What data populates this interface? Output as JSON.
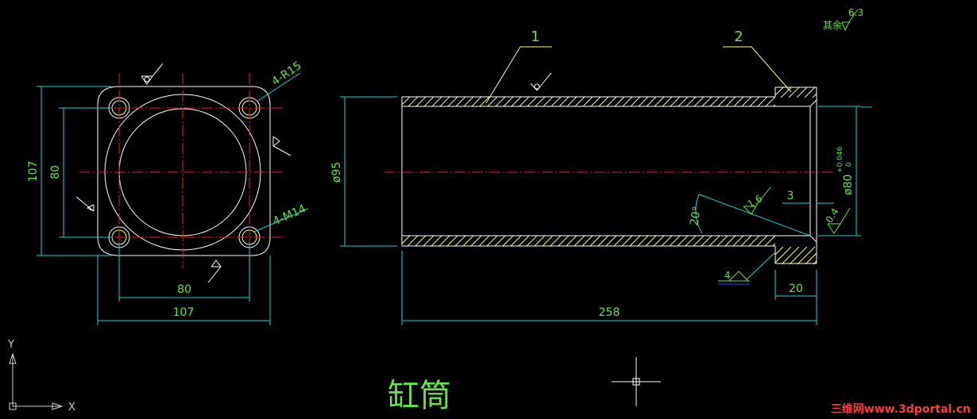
{
  "dims": {
    "end_outer_width": "107",
    "end_hole_spacing_x": "80",
    "end_outer_height": "107",
    "end_hole_spacing_y": "80",
    "corner_radius": "4-R15",
    "thread": "4-M14",
    "bore_outer_dia": "ø95",
    "bore_dia": "ø80",
    "bore_tol_upper": "+0.046",
    "bore_tol_lower": "0",
    "length": "258",
    "step_length": "20",
    "step_depth": "3",
    "chamfer_angle": "20°",
    "rough_inner": "1.6",
    "rough_end": "0.4",
    "rough_rest": "6.3",
    "rough_rest_prefix": "其余",
    "weld_size": "4"
  },
  "balloons": {
    "one": "1",
    "two": "2"
  },
  "title": "缸筒",
  "ucs": {
    "x": "X",
    "y": "Y"
  },
  "watermark": "三维网www.3dportal.cn",
  "colors": {
    "background": "#000000",
    "outline": "#ffffff",
    "hatch": "#ffff66",
    "dimension": "#22cfcf",
    "center_line": "#e82020",
    "text": "#66e34a",
    "watermark": "#ff3b3b"
  }
}
